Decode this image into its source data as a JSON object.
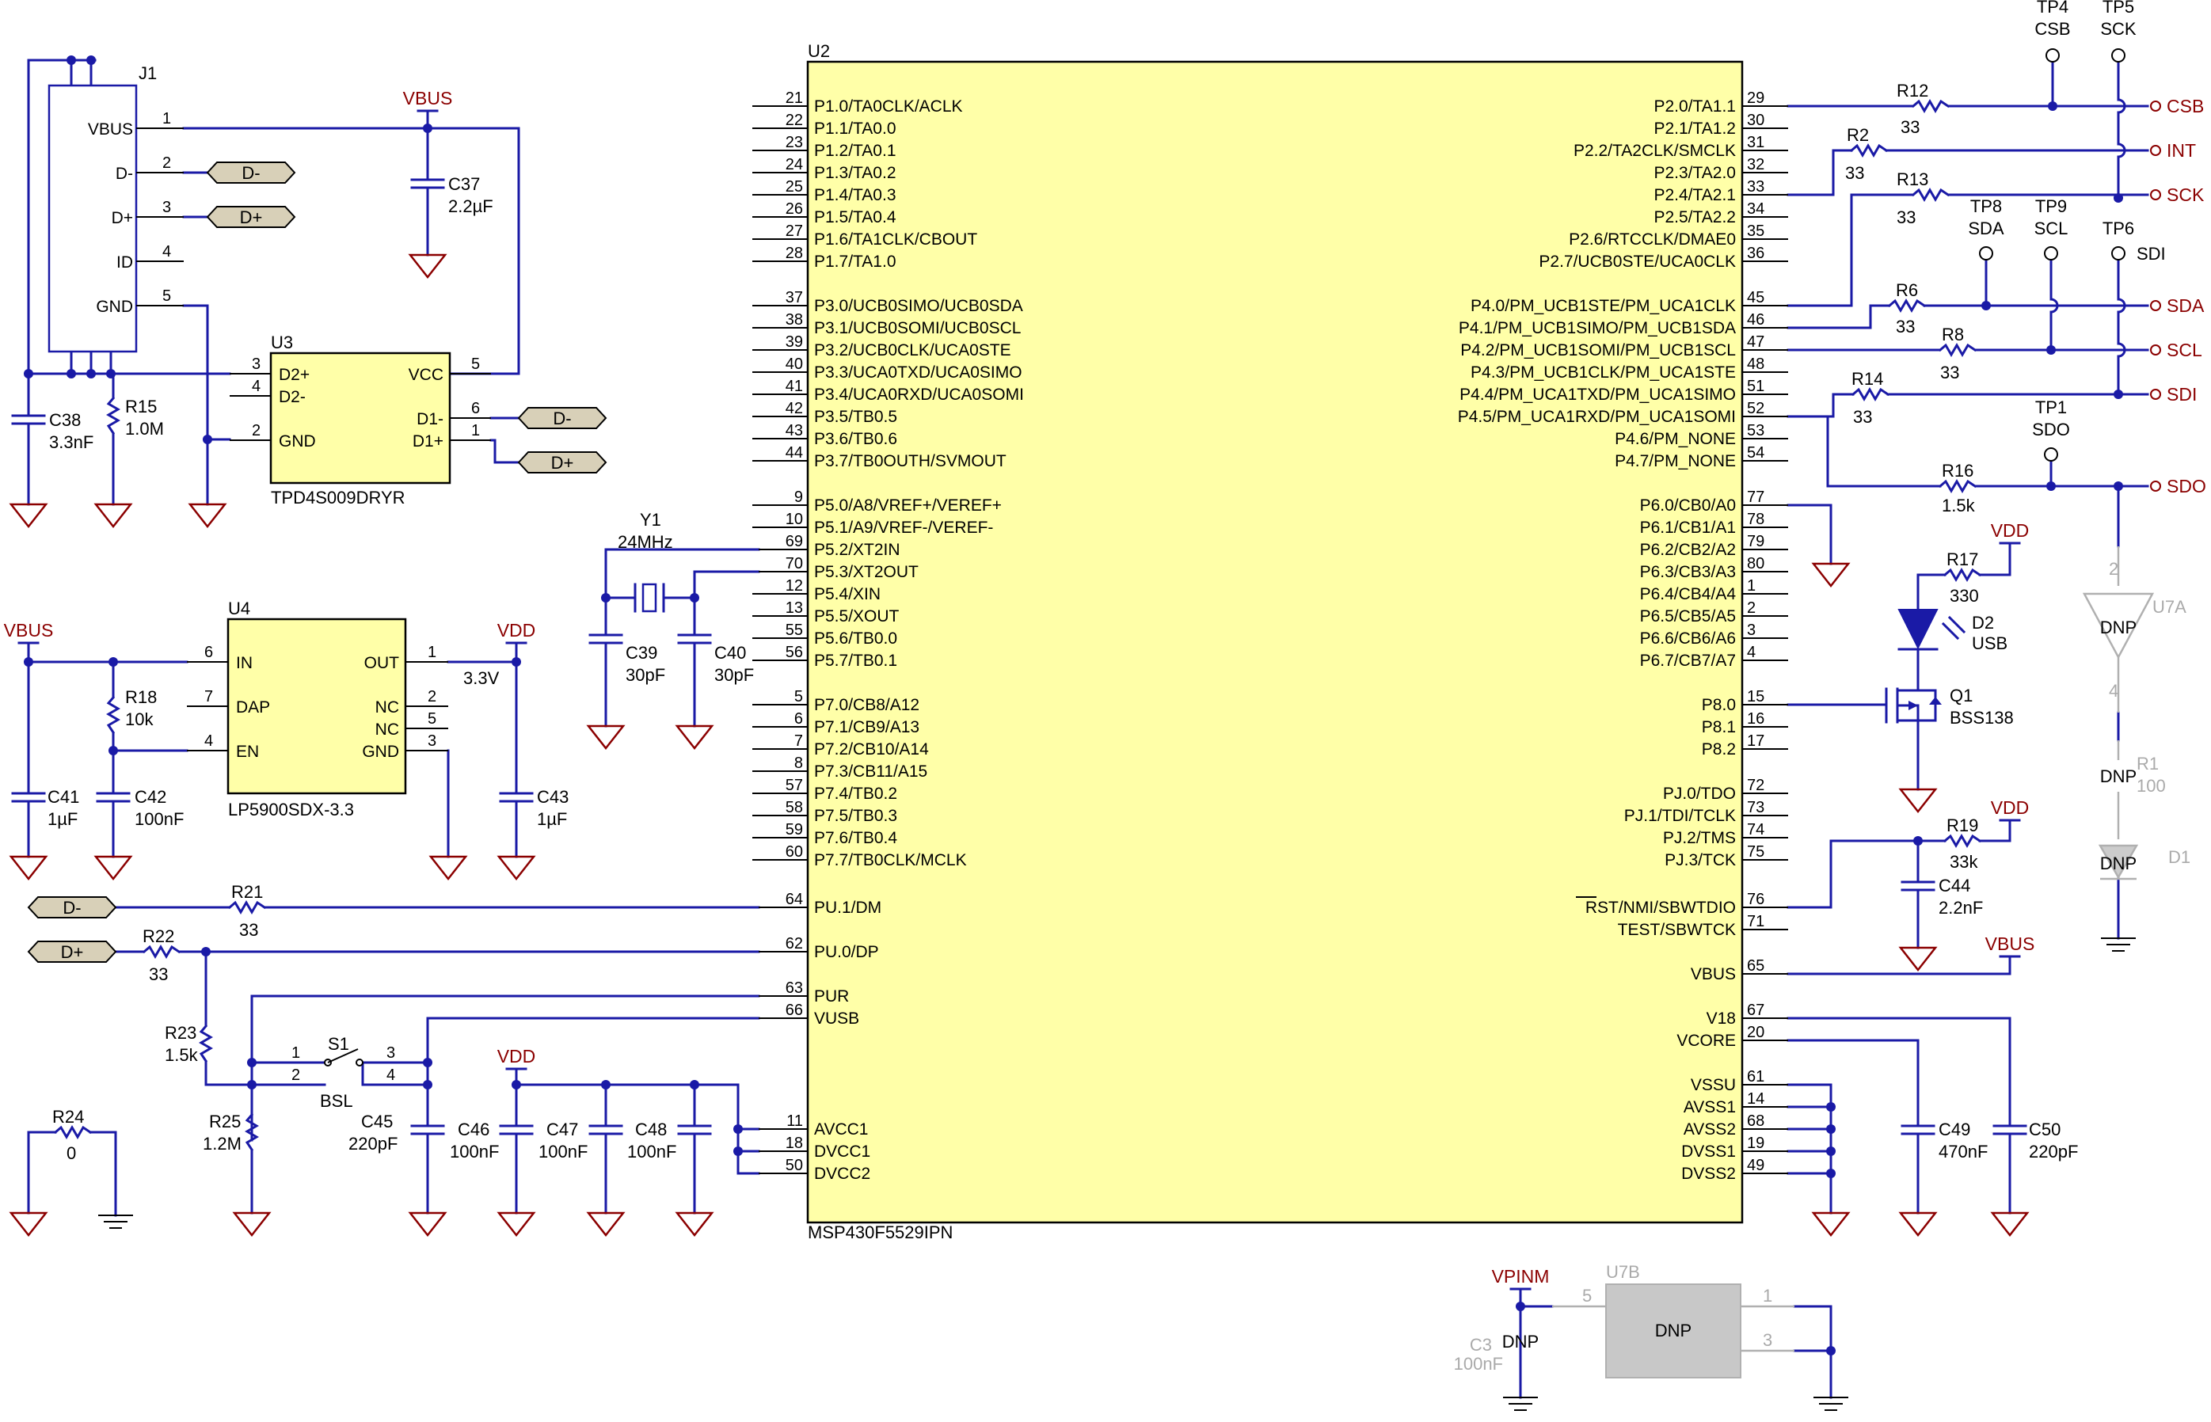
{
  "u2": {
    "ref": "U2",
    "part": "MSP430F5529IPN",
    "left_pins": [
      {
        "num": "21",
        "name": "P1.0/TA0CLK/ACLK"
      },
      {
        "num": "22",
        "name": "P1.1/TA0.0"
      },
      {
        "num": "23",
        "name": "P1.2/TA0.1"
      },
      {
        "num": "24",
        "name": "P1.3/TA0.2"
      },
      {
        "num": "25",
        "name": "P1.4/TA0.3"
      },
      {
        "num": "26",
        "name": "P1.5/TA0.4"
      },
      {
        "num": "27",
        "name": "P1.6/TA1CLK/CBOUT"
      },
      {
        "num": "28",
        "name": "P1.7/TA1.0"
      },
      {
        "num": "37",
        "name": "P3.0/UCB0SIMO/UCB0SDA"
      },
      {
        "num": "38",
        "name": "P3.1/UCB0SOMI/UCB0SCL"
      },
      {
        "num": "39",
        "name": "P3.2/UCB0CLK/UCA0STE"
      },
      {
        "num": "40",
        "name": "P3.3/UCA0TXD/UCA0SIMO"
      },
      {
        "num": "41",
        "name": "P3.4/UCA0RXD/UCA0SOMI"
      },
      {
        "num": "42",
        "name": "P3.5/TB0.5"
      },
      {
        "num": "43",
        "name": "P3.6/TB0.6"
      },
      {
        "num": "44",
        "name": "P3.7/TB0OUTH/SVMOUT"
      },
      {
        "num": "9",
        "name": "P5.0/A8/VREF+/VEREF+"
      },
      {
        "num": "10",
        "name": "P5.1/A9/VREF-/VEREF-"
      },
      {
        "num": "69",
        "name": "P5.2/XT2IN"
      },
      {
        "num": "70",
        "name": "P5.3/XT2OUT"
      },
      {
        "num": "12",
        "name": "P5.4/XIN"
      },
      {
        "num": "13",
        "name": "P5.5/XOUT"
      },
      {
        "num": "55",
        "name": "P5.6/TB0.0"
      },
      {
        "num": "56",
        "name": "P5.7/TB0.1"
      },
      {
        "num": "5",
        "name": "P7.0/CB8/A12"
      },
      {
        "num": "6",
        "name": "P7.1/CB9/A13"
      },
      {
        "num": "7",
        "name": "P7.2/CB10/A14"
      },
      {
        "num": "8",
        "name": "P7.3/CB11/A15"
      },
      {
        "num": "57",
        "name": "P7.4/TB0.2"
      },
      {
        "num": "58",
        "name": "P7.5/TB0.3"
      },
      {
        "num": "59",
        "name": "P7.6/TB0.4"
      },
      {
        "num": "60",
        "name": "P7.7/TB0CLK/MCLK"
      },
      {
        "num": "64",
        "name": "PU.1/DM"
      },
      {
        "num": "62",
        "name": "PU.0/DP"
      },
      {
        "num": "63",
        "name": "PUR"
      },
      {
        "num": "66",
        "name": "VUSB"
      },
      {
        "num": "11",
        "name": "AVCC1"
      },
      {
        "num": "18",
        "name": "DVCC1"
      },
      {
        "num": "50",
        "name": "DVCC2"
      }
    ],
    "right_pins": [
      {
        "num": "29",
        "name": "P2.0/TA1.1"
      },
      {
        "num": "30",
        "name": "P2.1/TA1.2"
      },
      {
        "num": "31",
        "name": "P2.2/TA2CLK/SMCLK"
      },
      {
        "num": "32",
        "name": "P2.3/TA2.0"
      },
      {
        "num": "33",
        "name": "P2.4/TA2.1"
      },
      {
        "num": "34",
        "name": "P2.5/TA2.2"
      },
      {
        "num": "35",
        "name": "P2.6/RTCCLK/DMAE0"
      },
      {
        "num": "36",
        "name": "P2.7/UCB0STE/UCA0CLK"
      },
      {
        "num": "45",
        "name": "P4.0/PM_UCB1STE/PM_UCA1CLK"
      },
      {
        "num": "46",
        "name": "P4.1/PM_UCB1SIMO/PM_UCB1SDA"
      },
      {
        "num": "47",
        "name": "P4.2/PM_UCB1SOMI/PM_UCB1SCL"
      },
      {
        "num": "48",
        "name": "P4.3/PM_UCB1CLK/PM_UCA1STE"
      },
      {
        "num": "51",
        "name": "P4.4/PM_UCA1TXD/PM_UCA1SIMO"
      },
      {
        "num": "52",
        "name": "P4.5/PM_UCA1RXD/PM_UCA1SOMI"
      },
      {
        "num": "53",
        "name": "P4.6/PM_NONE"
      },
      {
        "num": "54",
        "name": "P4.7/PM_NONE"
      },
      {
        "num": "77",
        "name": "P6.0/CB0/A0"
      },
      {
        "num": "78",
        "name": "P6.1/CB1/A1"
      },
      {
        "num": "79",
        "name": "P6.2/CB2/A2"
      },
      {
        "num": "80",
        "name": "P6.3/CB3/A3"
      },
      {
        "num": "1",
        "name": "P6.4/CB4/A4"
      },
      {
        "num": "2",
        "name": "P6.5/CB5/A5"
      },
      {
        "num": "3",
        "name": "P6.6/CB6/A6"
      },
      {
        "num": "4",
        "name": "P6.7/CB7/A7"
      },
      {
        "num": "15",
        "name": "P8.0"
      },
      {
        "num": "16",
        "name": "P8.1"
      },
      {
        "num": "17",
        "name": "P8.2"
      },
      {
        "num": "72",
        "name": "PJ.0/TDO"
      },
      {
        "num": "73",
        "name": "PJ.1/TDI/TCLK"
      },
      {
        "num": "74",
        "name": "PJ.2/TMS"
      },
      {
        "num": "75",
        "name": "PJ.3/TCK"
      },
      {
        "num": "76",
        "name": "RST/NMI/SBWTDIO"
      },
      {
        "num": "71",
        "name": "TEST/SBWTCK"
      },
      {
        "num": "65",
        "name": "VBUS"
      },
      {
        "num": "67",
        "name": "V18"
      },
      {
        "num": "20",
        "name": "VCORE"
      },
      {
        "num": "61",
        "name": "VSSU"
      },
      {
        "num": "14",
        "name": "AVSS1"
      },
      {
        "num": "68",
        "name": "AVSS2"
      },
      {
        "num": "19",
        "name": "DVSS1"
      },
      {
        "num": "49",
        "name": "DVSS2"
      }
    ]
  },
  "j1": {
    "ref": "J1",
    "pins": [
      {
        "num": "1",
        "name": "VBUS"
      },
      {
        "num": "2",
        "name": "D-"
      },
      {
        "num": "3",
        "name": "D+"
      },
      {
        "num": "4",
        "name": "ID"
      },
      {
        "num": "5",
        "name": "GND"
      }
    ]
  },
  "u3": {
    "ref": "U3",
    "part": "TPD4S009DRYR",
    "pins": [
      {
        "num": "3",
        "name": "D2+"
      },
      {
        "num": "4",
        "name": "D2-"
      },
      {
        "num": "2",
        "name": "GND"
      },
      {
        "num": "5",
        "name": "VCC"
      },
      {
        "num": "6",
        "name": "D1-"
      },
      {
        "num": "1",
        "name": "D1+"
      }
    ]
  },
  "u4": {
    "ref": "U4",
    "part": "LP5900SDX-3.3",
    "vout": "3.3V",
    "pins": [
      {
        "num": "6",
        "name": "IN"
      },
      {
        "num": "7",
        "name": "DAP"
      },
      {
        "num": "4",
        "name": "EN"
      },
      {
        "num": "1",
        "name": "OUT"
      },
      {
        "num": "2",
        "name": "NC"
      },
      {
        "num": "5",
        "name": "NC"
      },
      {
        "num": "3",
        "name": "GND"
      }
    ]
  },
  "u7b": {
    "ref": "U7B",
    "body": "DNP",
    "pins": [
      "5",
      "1",
      "3"
    ]
  },
  "u7a": {
    "ref": "U7A",
    "body": "DNP",
    "pins": [
      "2",
      "4"
    ]
  },
  "crystal": {
    "ref": "Y1",
    "value": "24MHz"
  },
  "switch": {
    "ref": "S1",
    "label": "BSL",
    "pins": [
      "1",
      "2",
      "3",
      "4"
    ]
  },
  "q1": {
    "ref": "Q1",
    "part": "BSS138"
  },
  "d2": {
    "ref": "D2",
    "label": "USB"
  },
  "d1": {
    "ref": "D1",
    "body": "DNP"
  },
  "r1": {
    "ref": "R1",
    "value": "100",
    "body": "DNP"
  },
  "c3": {
    "ref": "C3",
    "value": "100nF",
    "body": "DNP"
  },
  "caps": [
    {
      "ref": "C37",
      "value": "2.2µF"
    },
    {
      "ref": "C38",
      "value": "3.3nF"
    },
    {
      "ref": "C39",
      "value": "30pF"
    },
    {
      "ref": "C40",
      "value": "30pF"
    },
    {
      "ref": "C41",
      "value": "1µF"
    },
    {
      "ref": "C42",
      "value": "100nF"
    },
    {
      "ref": "C43",
      "value": "1µF"
    },
    {
      "ref": "C44",
      "value": "2.2nF"
    },
    {
      "ref": "C45",
      "value": "220pF"
    },
    {
      "ref": "C46",
      "value": "100nF"
    },
    {
      "ref": "C47",
      "value": "100nF"
    },
    {
      "ref": "C48",
      "value": "100nF"
    },
    {
      "ref": "C49",
      "value": "470nF"
    },
    {
      "ref": "C50",
      "value": "220pF"
    }
  ],
  "resistors": [
    {
      "ref": "R15",
      "value": "1.0M"
    },
    {
      "ref": "R18",
      "value": "10k"
    },
    {
      "ref": "R21",
      "value": "33"
    },
    {
      "ref": "R22",
      "value": "33"
    },
    {
      "ref": "R23",
      "value": "1.5k"
    },
    {
      "ref": "R24",
      "value": "0"
    },
    {
      "ref": "R25",
      "value": "1.2M"
    },
    {
      "ref": "R12",
      "value": "33"
    },
    {
      "ref": "R2",
      "value": "33"
    },
    {
      "ref": "R13",
      "value": "33"
    },
    {
      "ref": "R6",
      "value": "33"
    },
    {
      "ref": "R8",
      "value": "33"
    },
    {
      "ref": "R14",
      "value": "33"
    },
    {
      "ref": "R16",
      "value": "1.5k"
    },
    {
      "ref": "R17",
      "value": "330"
    },
    {
      "ref": "R19",
      "value": "33k"
    }
  ],
  "test_points": [
    {
      "ref": "TP4",
      "net": "CSB"
    },
    {
      "ref": "TP5",
      "net": "SCK"
    },
    {
      "ref": "TP8",
      "net": "SDA"
    },
    {
      "ref": "TP9",
      "net": "SCL"
    },
    {
      "ref": "TP6",
      "net": "SDI"
    },
    {
      "ref": "TP1",
      "net": "SDO"
    }
  ],
  "offpage": [
    "CSB",
    "INT",
    "SCK",
    "SDA",
    "SCL",
    "SDI",
    "SDO"
  ],
  "power": {
    "vbus": "VBUS",
    "vdd": "VDD",
    "vpinm": "VPINM"
  },
  "usb_flags": {
    "dminus": "D-",
    "dplus": "D+"
  }
}
